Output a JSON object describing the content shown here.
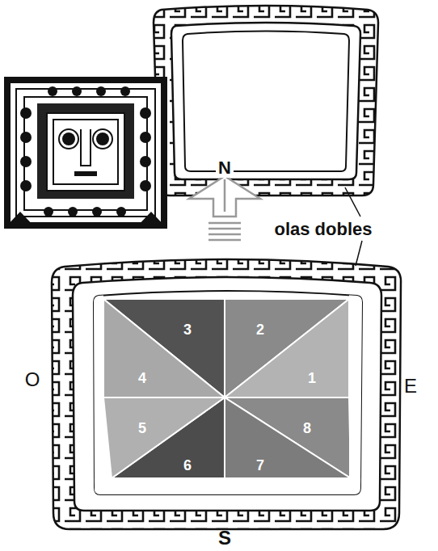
{
  "diagram": {
    "labels": [
      "N",
      "olas dobles",
      "O",
      "E",
      "S",
      "3",
      "2",
      "4",
      "1",
      "5",
      "8",
      "6",
      "7"
    ]
  }
}
